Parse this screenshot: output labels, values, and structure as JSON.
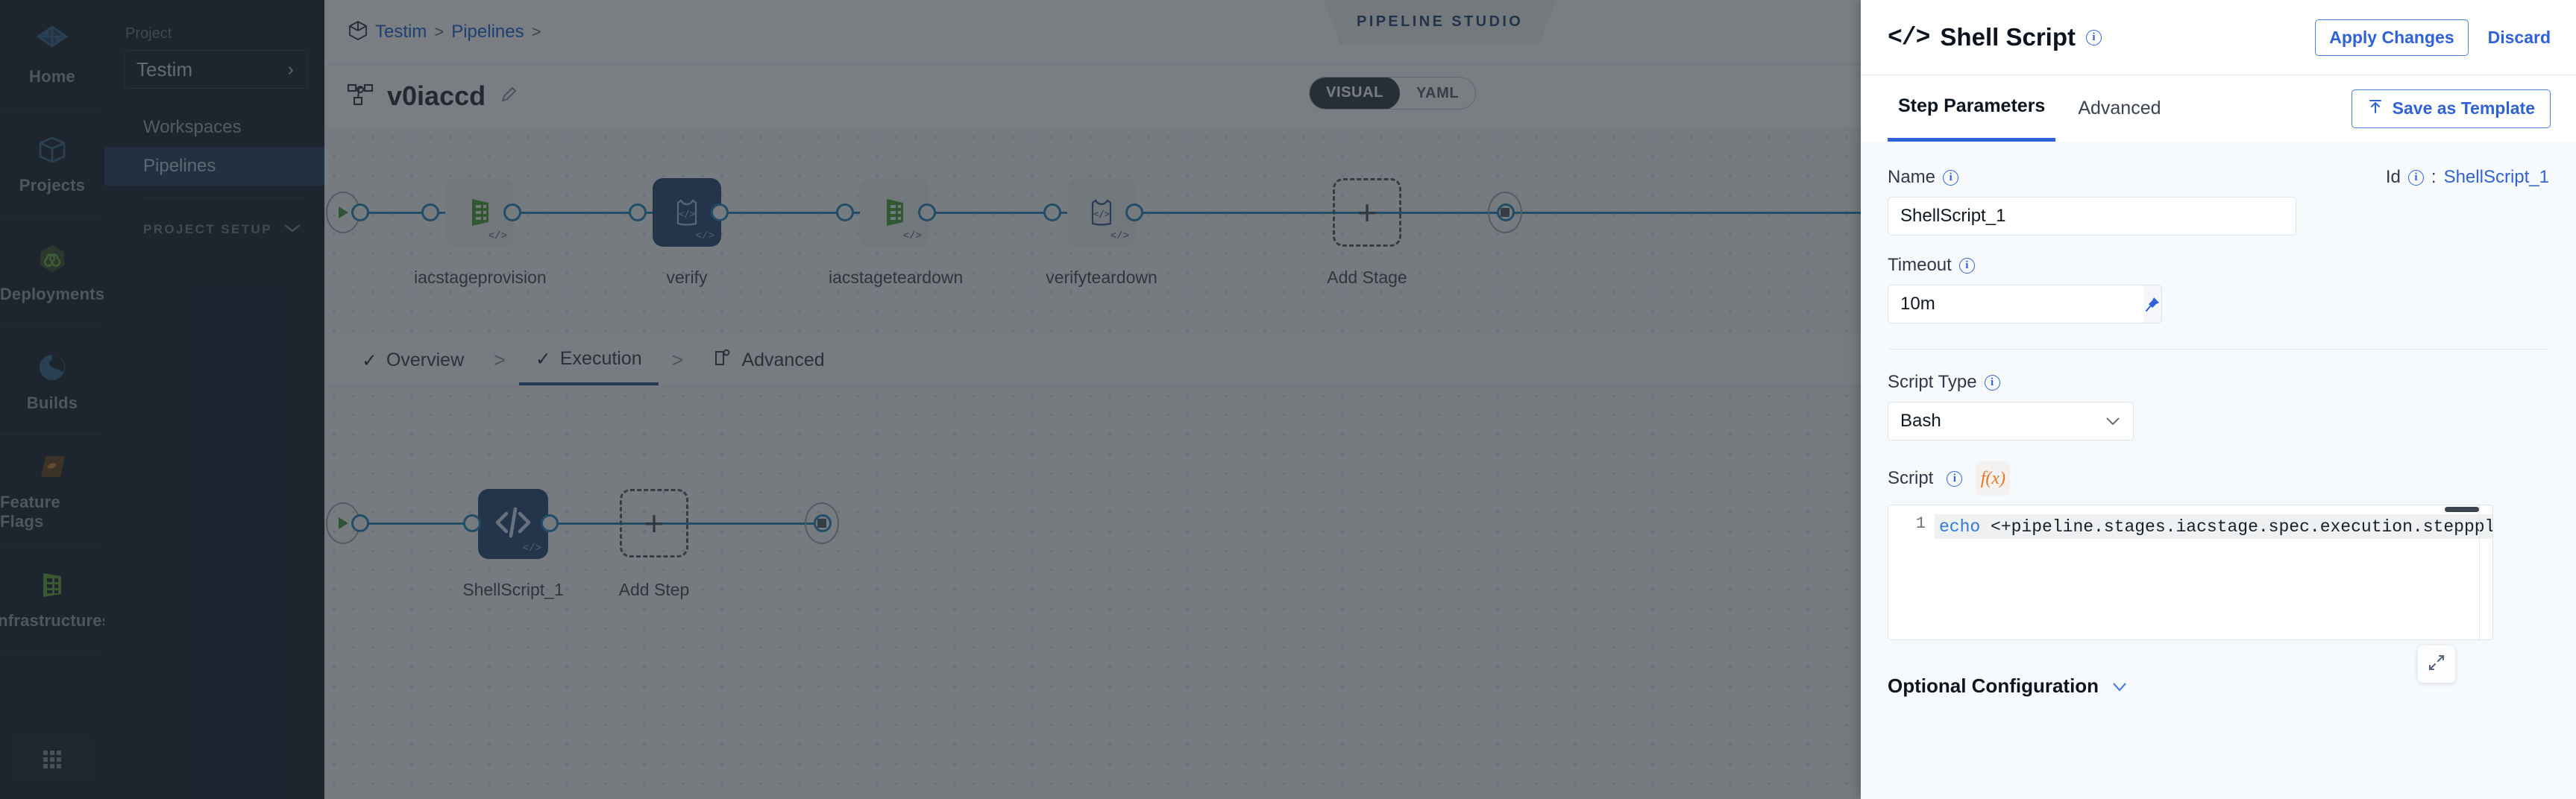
{
  "rail": {
    "items": [
      {
        "label": "Home",
        "icon": "home-diamond-icon"
      },
      {
        "label": "Projects",
        "icon": "box-icon"
      },
      {
        "label": "Deployments",
        "icon": "infinity-hex-icon"
      },
      {
        "label": "Builds",
        "icon": "build-pie-icon"
      },
      {
        "label": "Feature Flags",
        "icon": "flag-hex-icon"
      },
      {
        "label": "Infrastructures",
        "icon": "infra-nodes-icon"
      }
    ],
    "bottom_icon": "grid-apps-icon"
  },
  "nav": {
    "project_label": "Project",
    "project_name": "Testim",
    "items": [
      {
        "label": "Workspaces",
        "active": false
      },
      {
        "label": "Pipelines",
        "active": true
      }
    ],
    "setup_label": "PROJECT SETUP"
  },
  "main": {
    "breadcrumb": {
      "icon": "cube-icon",
      "items": [
        "Testim",
        "Pipelines"
      ],
      "separator": ">"
    },
    "studio_tag": "PIPELINE STUDIO",
    "close_icon": "close-icon",
    "pipeline_icon": "pipeline-nodes-icon",
    "pipeline_title": "v0iaccd",
    "edit_icon": "pencil-icon",
    "view_toggle": {
      "options": [
        "VISUAL",
        "YAML"
      ],
      "selected": "VISUAL"
    },
    "stages": [
      {
        "label": "iacstageprovision",
        "icon": "infra-green-icon",
        "selected": false
      },
      {
        "label": "verify",
        "icon": "code-shirt-icon",
        "selected": true
      },
      {
        "label": "iacstageteardown",
        "icon": "infra-green-icon",
        "selected": false
      },
      {
        "label": "verifyteardown",
        "icon": "code-shirt-icon",
        "selected": false
      }
    ],
    "add_stage_label": "Add Stage",
    "step_tabs": [
      {
        "label": "Overview",
        "icon": "check-icon",
        "active": false
      },
      {
        "label": "Execution",
        "icon": "check-icon",
        "active": true
      },
      {
        "label": "Advanced",
        "icon": "advanced-gear-icon",
        "active": false
      }
    ],
    "step_tab_separator": ">",
    "steps": [
      {
        "label": "ShellScript_1",
        "icon": "code-brackets-icon",
        "selected": true
      }
    ],
    "add_step_label": "Add Step"
  },
  "drawer": {
    "title": "Shell Script",
    "title_code_icon": "code-tags-icon",
    "title_info_icon": "info-icon",
    "apply_label": "Apply Changes",
    "discard_label": "Discard",
    "tabs": [
      {
        "label": "Step Parameters",
        "active": true
      },
      {
        "label": "Advanced",
        "active": false
      }
    ],
    "save_template_label": "Save as Template",
    "save_template_icon": "upload-template-icon",
    "name_label": "Name",
    "name_value": "ShellScript_1",
    "id_label": "Id",
    "id_separator": ":",
    "id_value": "ShellScript_1",
    "timeout_label": "Timeout",
    "timeout_value": "10m",
    "pin_icon": "pin-icon",
    "script_type_label": "Script Type",
    "script_type_value": "Bash",
    "script_type_chevron": "chevron-down-icon",
    "script_label": "Script",
    "fx_label": "f(x)",
    "fx_icon": "function-icon",
    "expand_icon": "expand-icon",
    "code": {
      "line_number": "1",
      "keyword": "echo",
      "rest": " <+pipeline.stages.iacstage.spec.execution.step",
      "tail": "ppl"
    },
    "optional_label": "Optional Configuration",
    "optional_chevron": "chevron-down-icon"
  }
}
